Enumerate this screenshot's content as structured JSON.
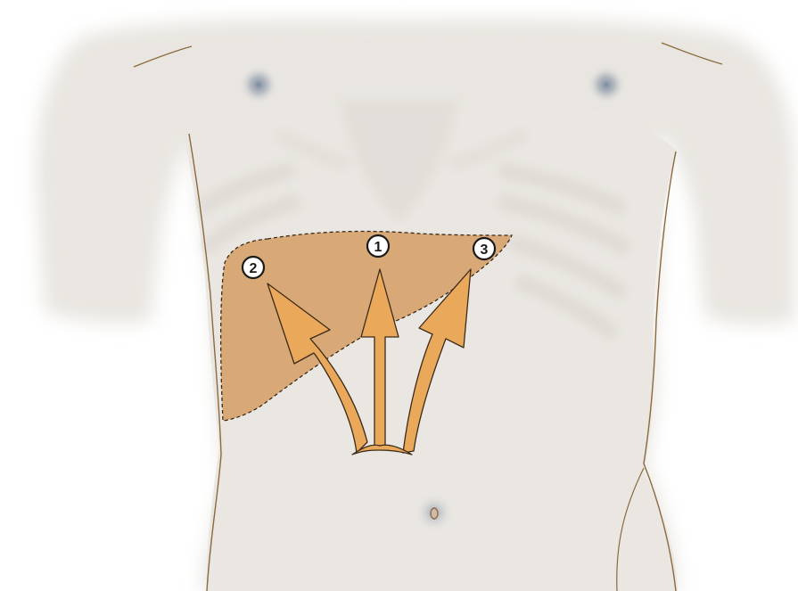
{
  "colors": {
    "background": "#ffffff",
    "skin": "#e9e6e1",
    "skin_shadow": "#d8d4ce",
    "outline": "#8a6a3e",
    "liver_fill": "#d6a36c",
    "liver_outline": "#3b2a18",
    "arrow_fill": "#e9a85a",
    "arrow_outline": "#3b2a18",
    "marker_fill": "#ffffff",
    "marker_outline": "#1a1a1a",
    "nipple": "#7f8fa6",
    "navel": "#8c6a4a"
  },
  "icons": {
    "torso": "torso-icon",
    "liver": "liver-icon",
    "arrow": "arrow-icon"
  },
  "markers": [
    {
      "label": "1"
    },
    {
      "label": "2"
    },
    {
      "label": "3"
    }
  ]
}
